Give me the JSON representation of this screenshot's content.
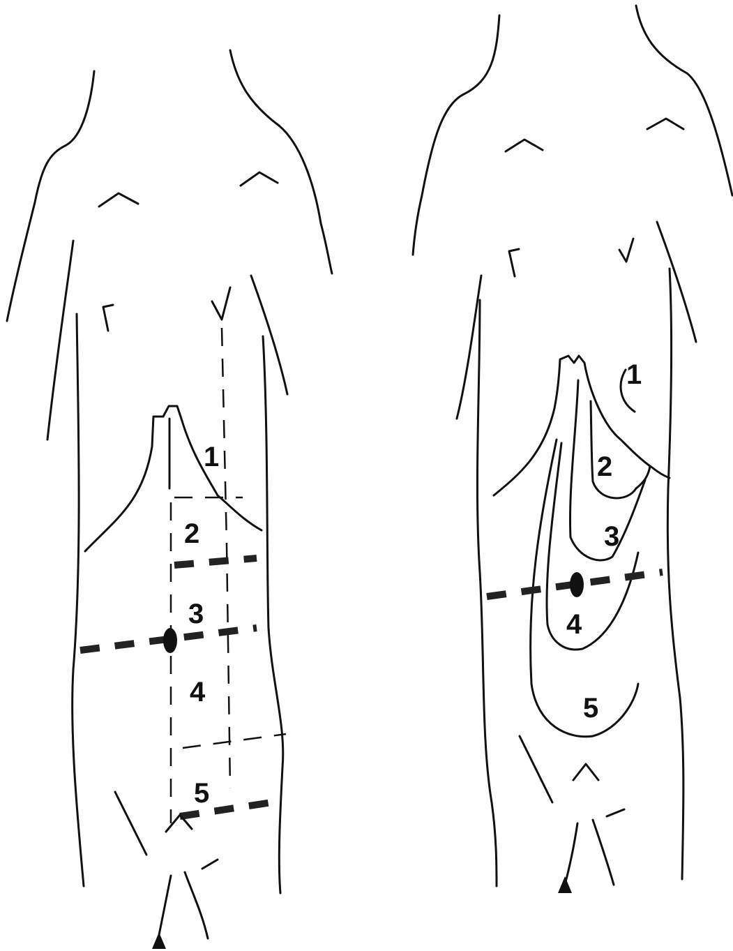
{
  "left_figure": {
    "zone_labels": [
      "1",
      "2",
      "3",
      "4",
      "5"
    ]
  },
  "right_figure": {
    "zone_labels": [
      "1",
      "2",
      "3",
      "4",
      "5"
    ]
  }
}
